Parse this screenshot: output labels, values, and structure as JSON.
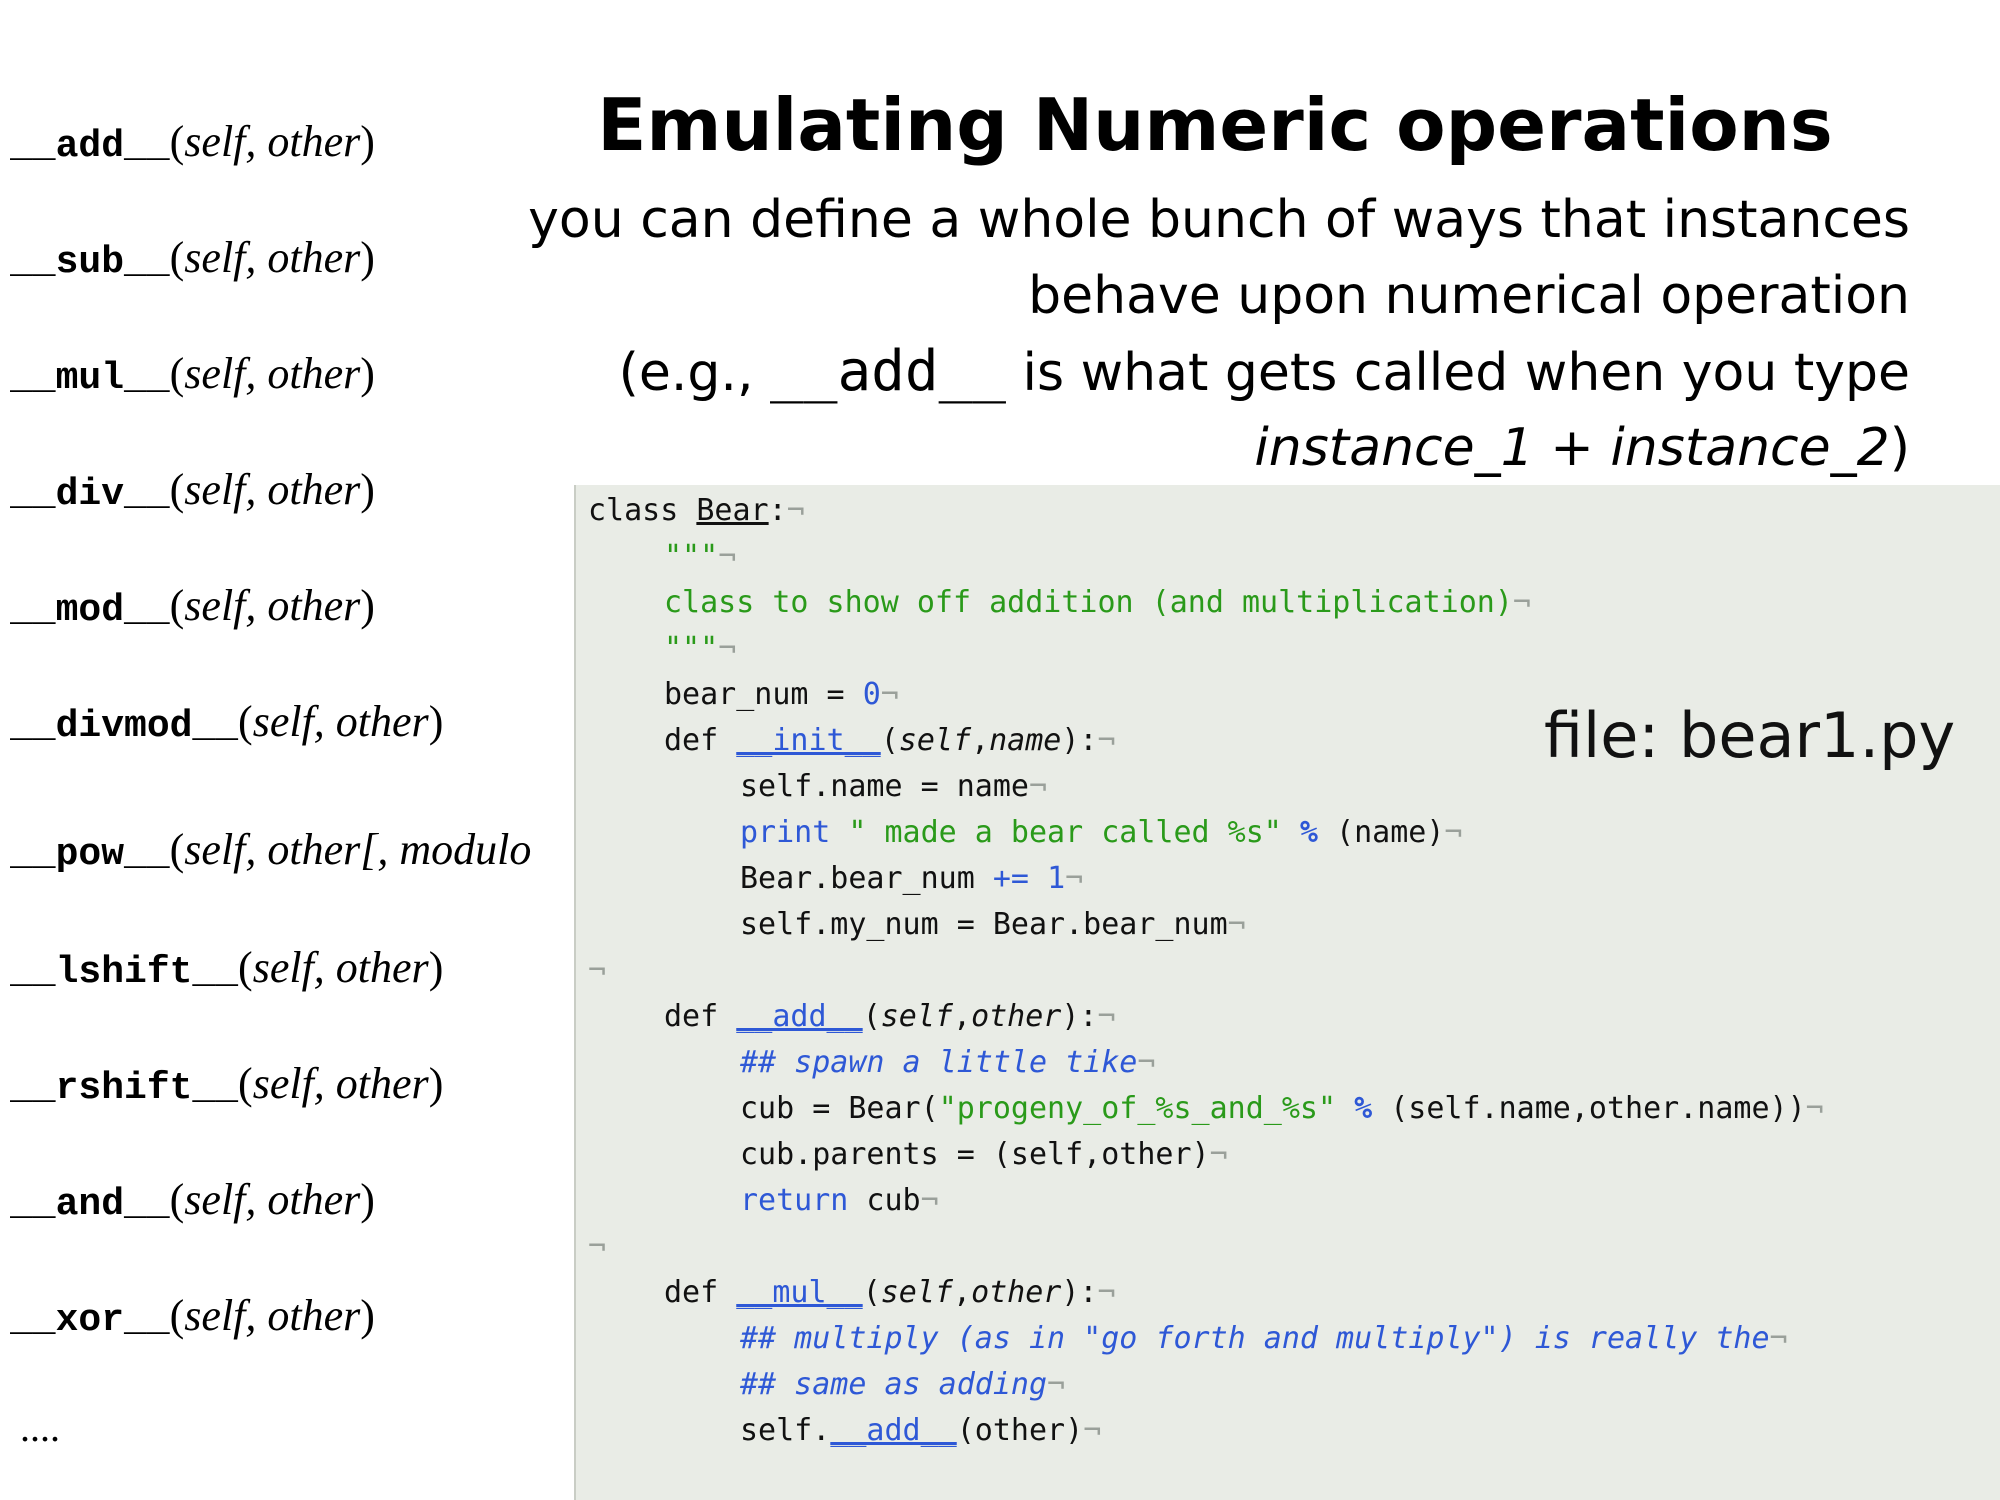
{
  "title": "Emulating Numeric operations",
  "description": {
    "line1": "you can define a whole bunch of ways that instances",
    "line2": "behave upon numerical operation",
    "line3_pre": "(e.g., ",
    "line3_code": "__add__",
    "line3_post": " is what gets called when you type",
    "line4_a": "instance_1",
    "line4_plus": " + ",
    "line4_b": "instance_2",
    "line4_close": ")"
  },
  "methods": [
    {
      "name": "__add__",
      "sig": "self, other"
    },
    {
      "name": "__sub__",
      "sig": "self, other"
    },
    {
      "name": "__mul__",
      "sig": "self, other"
    },
    {
      "name": "__div__",
      "sig": "self, other"
    },
    {
      "name": "__mod__",
      "sig": "self, other"
    },
    {
      "name": "__divmod__",
      "sig": "self, other"
    },
    {
      "name": "__pow__",
      "sig": "self, other[, modulo"
    },
    {
      "name": "__lshift__",
      "sig": "self, other"
    },
    {
      "name": "__rshift__",
      "sig": "self, other"
    },
    {
      "name": "__and__",
      "sig": "self, other"
    },
    {
      "name": "__xor__",
      "sig": "self, other"
    }
  ],
  "ellipsis": "....",
  "file_label": "file: bear1.py",
  "code": {
    "l1_a": "class ",
    "l1_b": "Bear",
    "l1_c": ":",
    "l2": "\"\"\"",
    "l3": "class to show off addition (and multiplication)",
    "l4": "\"\"\"",
    "l5_a": "bear_num = ",
    "l5_b": "0",
    "l6_a": "def ",
    "l6_b": "__init__",
    "l6_c": "(",
    "l6_d": "self",
    "l6_e": ",",
    "l6_f": "name",
    "l6_g": "):",
    "l7": "self.name = name",
    "l8_a": "print",
    "l8_b": " \" made a bear called %s\" ",
    "l8_c": "%",
    "l8_d": " (name)",
    "l9_a": "Bear.bear_num ",
    "l9_b": "+=",
    "l9_c": " ",
    "l9_d": "1",
    "l10": "self.my_num = Bear.bear_num",
    "l12_a": "def ",
    "l12_b": "__add__",
    "l12_c": "(",
    "l12_d": "self",
    "l12_e": ",",
    "l12_f": "other",
    "l12_g": "):",
    "l13": "## spawn a little tike",
    "l14_a": "cub = Bear(",
    "l14_b": "\"progeny_of_%s_and_%s\"",
    "l14_c": " ",
    "l14_d": "%",
    "l14_e": " (self.name,other.name))",
    "l15": "cub.parents = (self,other)",
    "l16_a": "return",
    "l16_b": " cub",
    "l18_a": "def ",
    "l18_b": "__mul__",
    "l18_c": "(",
    "l18_d": "self",
    "l18_e": ",",
    "l18_f": "other",
    "l18_g": "):",
    "l19": "## multiply (as in \"go forth and multiply\") is really the",
    "l20": "## same as adding",
    "l21_a": "self.",
    "l21_b": "__add__",
    "l21_c": "(other)",
    "pilcrow": "¬"
  }
}
